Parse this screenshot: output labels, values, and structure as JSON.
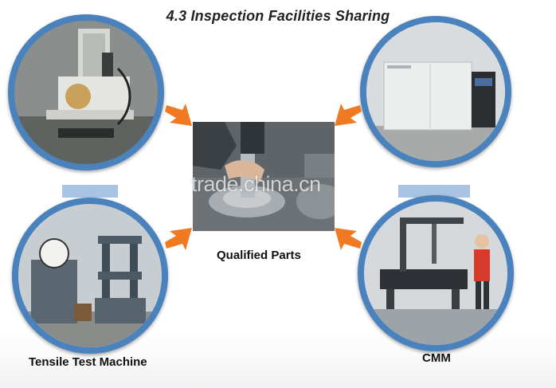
{
  "page": {
    "title": "4.3 Inspection Facilities Sharing",
    "watermark": "trade.china.cn"
  },
  "labels": {
    "center": "Qualified Parts",
    "bottom_left": "Tensile Test Machine",
    "bottom_right": "CMM"
  },
  "colors": {
    "ring": "#4a82bd",
    "connector": "#a9c3e2",
    "arrow": "#f07a22"
  }
}
